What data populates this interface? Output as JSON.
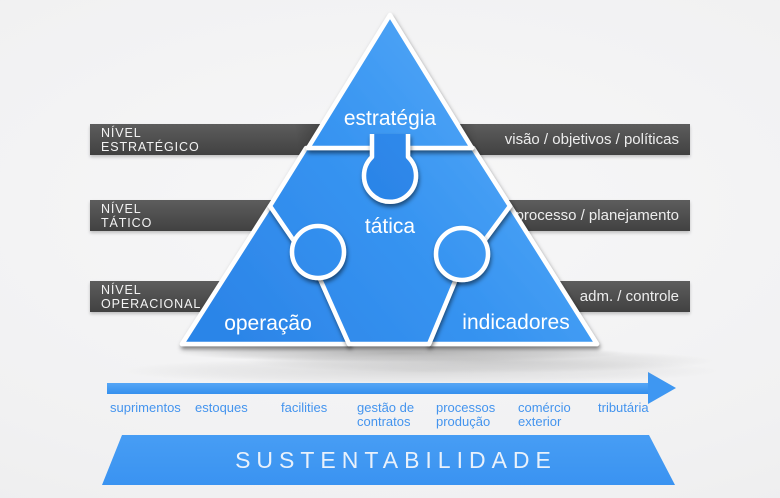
{
  "background": {
    "color": "#f1f1f2"
  },
  "pyramid": {
    "blue": "#3794f1",
    "blue_light": "#55a9f7",
    "blue_dark": "#2c85e8",
    "pieces": [
      {
        "id": "estrategia",
        "label": "estratégia"
      },
      {
        "id": "tatica",
        "label": "tática"
      },
      {
        "id": "operacao",
        "label": "operação"
      },
      {
        "id": "indicadores",
        "label": "indicadores"
      }
    ]
  },
  "levels": [
    {
      "left_line1": "NÍVEL",
      "left_line2": "ESTRATÉGICO",
      "right_label": "visão / objetivos / políticas"
    },
    {
      "left_line1": "NÍVEL",
      "left_line2": "TÁTICO",
      "right_label": "processo / planejamento"
    },
    {
      "left_line1": "NÍVEL",
      "left_line2": "OPERACIONAL",
      "right_label": "adm. / controle"
    }
  ],
  "level_bar_color": "#4e4e4e",
  "flow_arrow": {
    "color": "#3e97f2",
    "items": [
      {
        "line1": "suprimentos",
        "line2": ""
      },
      {
        "line1": "estoques",
        "line2": ""
      },
      {
        "line1": "facilities",
        "line2": ""
      },
      {
        "line1": "gestão de",
        "line2": "contratos"
      },
      {
        "line1": "processos",
        "line2": "produção"
      },
      {
        "line1": "comércio",
        "line2": "exterior"
      },
      {
        "line1": "tributária",
        "line2": ""
      }
    ]
  },
  "banner": {
    "label": "SUSTENTABILIDADE",
    "color": "#3e98f4"
  }
}
